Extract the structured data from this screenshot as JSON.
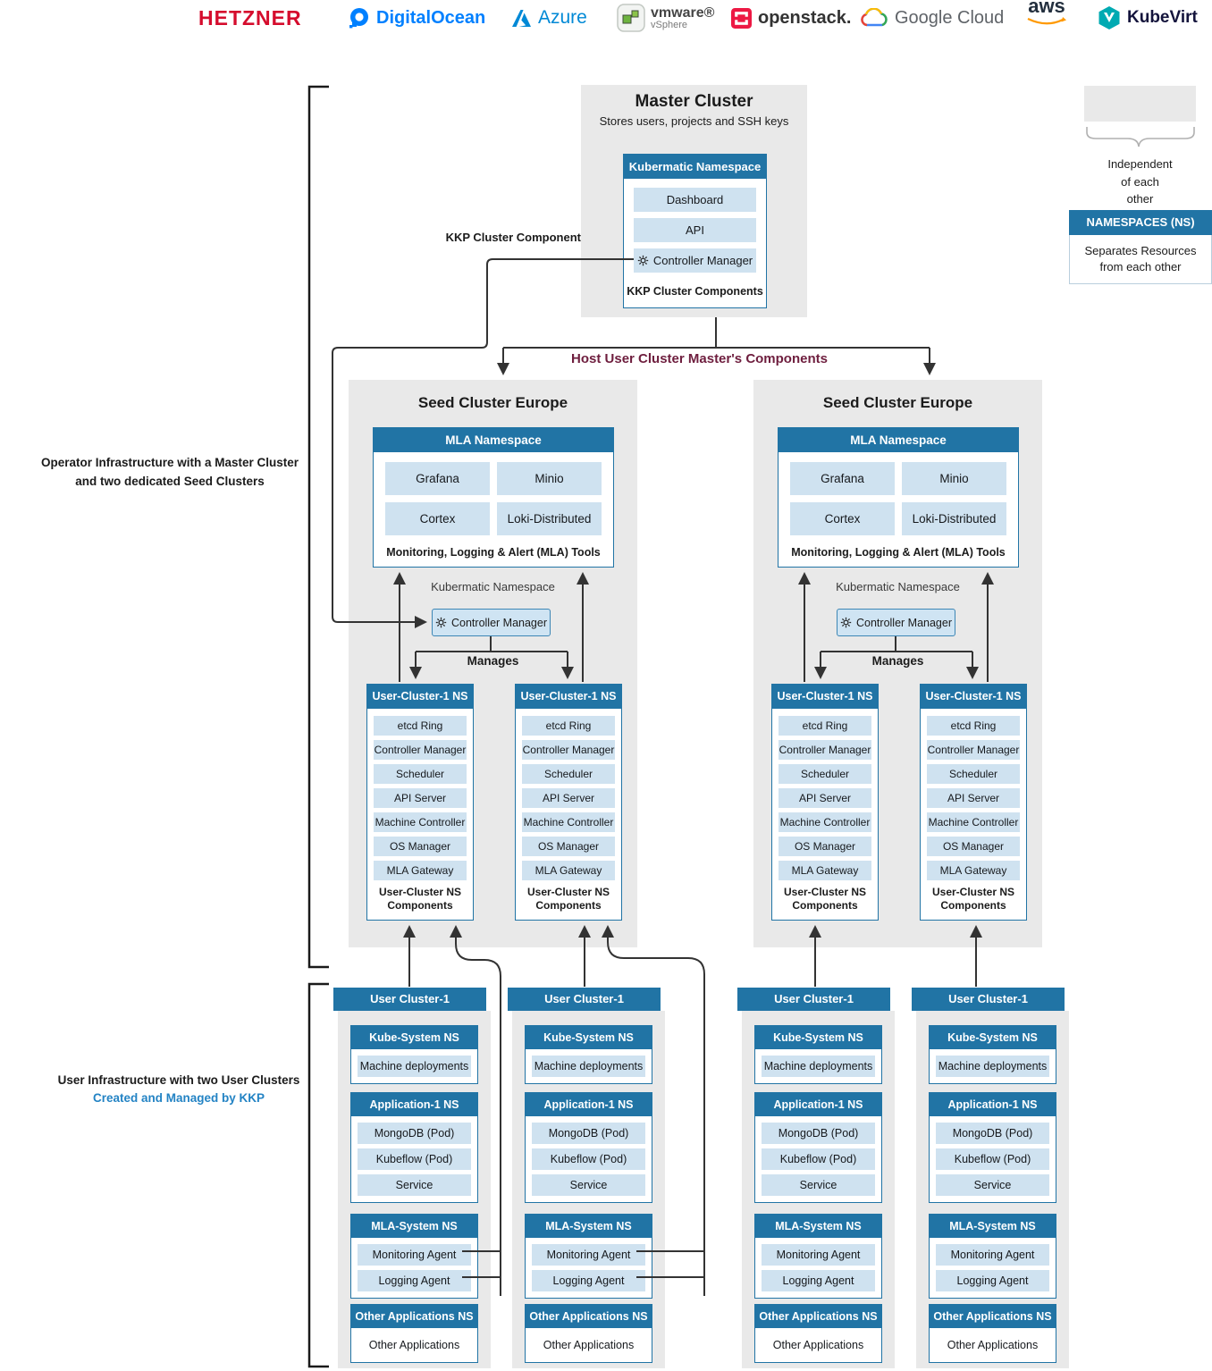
{
  "logos": [
    {
      "label": "HETZNER"
    },
    {
      "label": "DigitalOcean"
    },
    {
      "label": "Azure"
    },
    {
      "label": "vmware®",
      "sublabel": "vSphere"
    },
    {
      "label": "openstack."
    },
    {
      "label": "Google Cloud"
    },
    {
      "label": "aws"
    },
    {
      "label": "KubeVirt"
    }
  ],
  "master": {
    "title": "Master Cluster",
    "subtitle": "Stores users, projects and SSH keys",
    "namespace_header": "Kubermatic Namespace",
    "items": [
      "Dashboard",
      "API",
      "Controller Manager"
    ],
    "footer": "KKP Cluster Components"
  },
  "labels": {
    "kkp_cluster_component": "KKP Cluster Component",
    "host_components": "Host User Cluster Master's Components",
    "operator_line1": "Operator Infrastructure with a Master Cluster",
    "operator_line2": "and two dedicated Seed Clusters",
    "user_line1": "User Infrastructure with two User Clusters",
    "user_line2": "Created and Managed by KKP"
  },
  "legend": {
    "independent_line1": "Independent",
    "independent_line2": "of each",
    "independent_line3": "other",
    "namespaces_header": "NAMESPACES (NS)",
    "namespaces_body": "Separates Resources from each other"
  },
  "seed_clusters": [
    {
      "title": "Seed Cluster Europe",
      "mla_header": "MLA Namespace",
      "mla_items": [
        "Grafana",
        "Minio",
        "Cortex",
        "Loki-Distributed"
      ],
      "mla_footer": "Monitoring, Logging & Alert (MLA) Tools",
      "namespace_label": "Kubermatic Namespace",
      "controller_manager": "Controller Manager",
      "manages": "Manages",
      "ns_boxes": [
        {
          "header": "User-Cluster-1 NS",
          "items": [
            "etcd Ring",
            "Controller Manager",
            "Scheduler",
            "API Server",
            "Machine Controller",
            "OS Manager",
            "MLA Gateway"
          ],
          "footer": "User-Cluster NS Components"
        },
        {
          "header": "User-Cluster-1 NS",
          "items": [
            "etcd Ring",
            "Controller Manager",
            "Scheduler",
            "API Server",
            "Machine Controller",
            "OS Manager",
            "MLA Gateway"
          ],
          "footer": "User-Cluster NS Components"
        }
      ]
    },
    {
      "title": "Seed Cluster Europe",
      "mla_header": "MLA Namespace",
      "mla_items": [
        "Grafana",
        "Minio",
        "Cortex",
        "Loki-Distributed"
      ],
      "mla_footer": "Monitoring, Logging & Alert (MLA) Tools",
      "namespace_label": "Kubermatic Namespace",
      "controller_manager": "Controller Manager",
      "manages": "Manages",
      "ns_boxes": [
        {
          "header": "User-Cluster-1 NS",
          "items": [
            "etcd Ring",
            "Controller Manager",
            "Scheduler",
            "API Server",
            "Machine Controller",
            "OS Manager",
            "MLA Gateway"
          ],
          "footer": "User-Cluster NS Components"
        },
        {
          "header": "User-Cluster-1 NS",
          "items": [
            "etcd Ring",
            "Controller Manager",
            "Scheduler",
            "API Server",
            "Machine Controller",
            "OS Manager",
            "MLA Gateway"
          ],
          "footer": "User-Cluster NS Components"
        }
      ]
    }
  ],
  "user_clusters": [
    {
      "title": "User Cluster-1",
      "sections": [
        {
          "header": "Kube-System NS",
          "items": [
            "Machine deployments"
          ]
        },
        {
          "header": "Application-1 NS",
          "items": [
            "MongoDB (Pod)",
            "Kubeflow (Pod)",
            "Service"
          ]
        },
        {
          "header": "MLA-System NS",
          "items": [
            "Monitoring Agent",
            "Logging Agent"
          ]
        },
        {
          "header": "Other Applications NS",
          "items": [
            "Other Applications"
          ]
        }
      ]
    },
    {
      "title": "User Cluster-1",
      "sections": [
        {
          "header": "Kube-System NS",
          "items": [
            "Machine deployments"
          ]
        },
        {
          "header": "Application-1 NS",
          "items": [
            "MongoDB (Pod)",
            "Kubeflow (Pod)",
            "Service"
          ]
        },
        {
          "header": "MLA-System NS",
          "items": [
            "Monitoring Agent",
            "Logging Agent"
          ]
        },
        {
          "header": "Other Applications NS",
          "items": [
            "Other Applications"
          ]
        }
      ]
    },
    {
      "title": "User Cluster-1",
      "sections": [
        {
          "header": "Kube-System NS",
          "items": [
            "Machine deployments"
          ]
        },
        {
          "header": "Application-1 NS",
          "items": [
            "MongoDB (Pod)",
            "Kubeflow (Pod)",
            "Service"
          ]
        },
        {
          "header": "MLA-System NS",
          "items": [
            "Monitoring Agent",
            "Logging Agent"
          ]
        },
        {
          "header": "Other Applications NS",
          "items": [
            "Other Applications"
          ]
        }
      ]
    },
    {
      "title": "User Cluster-1",
      "sections": [
        {
          "header": "Kube-System NS",
          "items": [
            "Machine deployments"
          ]
        },
        {
          "header": "Application-1 NS",
          "items": [
            "MongoDB (Pod)",
            "Kubeflow (Pod)",
            "Service"
          ]
        },
        {
          "header": "MLA-System NS",
          "items": [
            "Monitoring Agent",
            "Logging Agent"
          ]
        },
        {
          "header": "Other Applications NS",
          "items": [
            "Other Applications"
          ]
        }
      ]
    }
  ],
  "colors": {
    "header_blue": "#2174a5",
    "item_blue": "#cfe2f0",
    "background_gray": "#e9e9e9",
    "accent_maroon": "#6e1e3e",
    "accent_blue": "#2383c4",
    "hetzner_red": "#d50c2d",
    "digitalocean_blue": "#0080ff",
    "azure_blue": "#0089d6",
    "openstack_red": "#ed1944",
    "aws_dark": "#232f3e",
    "aws_orange": "#ff9900",
    "kubevirt_teal": "#00aab2",
    "line_dark": "#333333"
  }
}
